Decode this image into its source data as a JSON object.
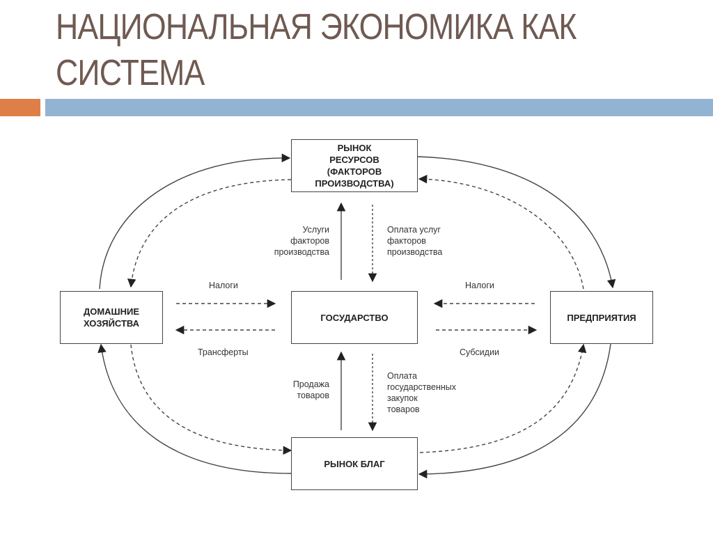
{
  "slide": {
    "title_line1": "НАЦИОНАЛЬНАЯ ЭКОНОМИКА КАК",
    "title_line2": "СИСТЕМА",
    "accent_orange": "#df7f48",
    "accent_blue": "#93b3d2",
    "title_color": "#6f5a52"
  },
  "diagram": {
    "nodes": {
      "resource_market": [
        "РЫНОК",
        "РЕСУРСОВ",
        "(ФАКТОРОВ",
        "ПРОИЗВОДСТВА)"
      ],
      "households": [
        "ДОМАШНИЕ",
        "ХОЗЯЙСТВА"
      ],
      "government": "ГОСУДАРСТВО",
      "firms": "ПРЕДПРИЯТИЯ",
      "goods_market": "РЫНОК БЛАГ"
    },
    "labels": {
      "factor_services": [
        "Услуги",
        "факторов",
        "производства"
      ],
      "factor_payment": [
        "Оплата услуг",
        "факторов",
        "производства"
      ],
      "taxes_left": "Налоги",
      "transfers": "Трансферты",
      "taxes_right": "Налоги",
      "subsidies": "Субсидии",
      "goods_sales": [
        "Продажа",
        "товаров"
      ],
      "procurement_payment": [
        "Оплата",
        "государственных",
        "закупок",
        "товаров"
      ]
    }
  }
}
